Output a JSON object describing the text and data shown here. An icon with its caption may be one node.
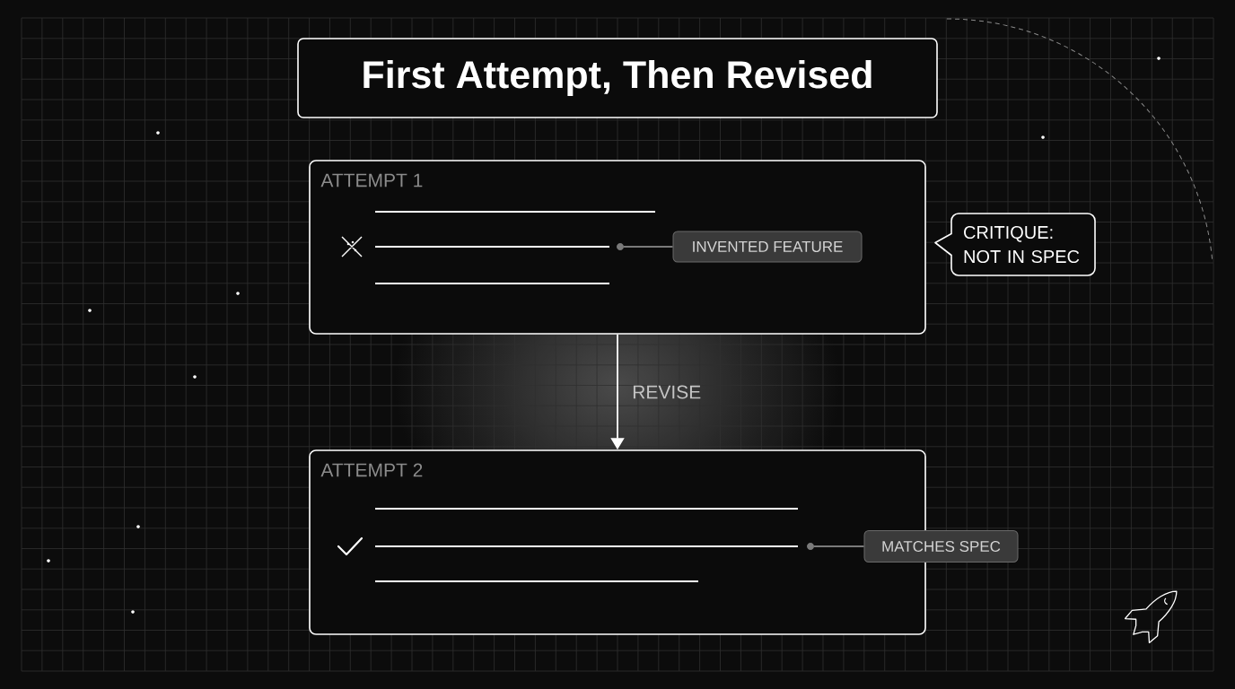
{
  "diagram": {
    "title": "First Attempt, Then Revised",
    "nodes": [
      {
        "text": [
          "ATTEMPT 1"
        ]
      },
      {
        "text": [],
        "shape": "circle",
        "in": 0
      },
      {
        "text": [
          "INVENTED FEATURE"
        ],
        "in": 0
      },
      {
        "text": [
          "CRITIQUE: NOT IN SPEC"
        ]
      },
      {
        "text": [
          "ATTEMPT 2"
        ]
      },
      {
        "text": [],
        "shape": "circle",
        "in": 4
      },
      {
        "text": [
          "MATCHES SPEC"
        ]
      }
    ],
    "edges": [
      {
        "from": 0,
        "to": 4,
        "arrow": "to",
        "label": "REVISE",
        "color": "#ffffff"
      },
      {
        "from": 2,
        "to": 1,
        "arrow": "none",
        "color": "#7a7a7a"
      },
      {
        "from": 6,
        "to": 5,
        "arrow": "none",
        "color": "#7a7a7a"
      }
    ]
  }
}
